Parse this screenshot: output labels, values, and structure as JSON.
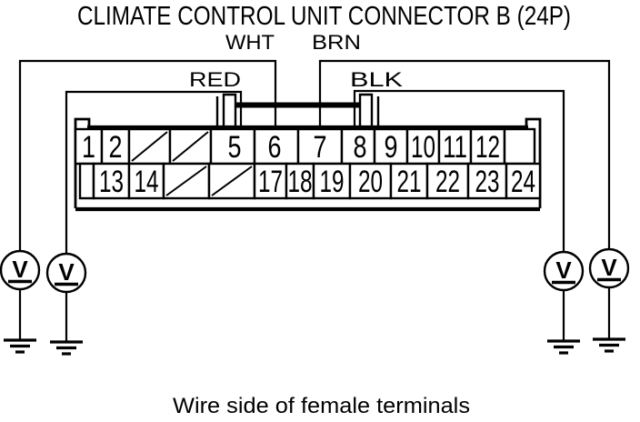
{
  "title": "CLIMATE CONTROL UNIT CONNECTOR B (24P)",
  "caption": "Wire side of female terminals",
  "wires": {
    "wht": "WHT",
    "brn": "BRN",
    "red": "RED",
    "blk": "BLK"
  },
  "meter_label": "V",
  "connector": {
    "row1": [
      "1",
      "2",
      "",
      "",
      "5",
      "6",
      "7",
      "8",
      "9",
      "10",
      "11",
      "12",
      ""
    ],
    "row2": [
      "",
      "13",
      "14",
      "",
      "",
      "17",
      "18",
      "19",
      "20",
      "21",
      "22",
      "23",
      "24"
    ],
    "row1_hatched_indices": [
      2,
      3
    ],
    "row2_hatched_indices": [
      3,
      4
    ]
  },
  "colors": {
    "line": "#000000",
    "background": "#ffffff"
  }
}
